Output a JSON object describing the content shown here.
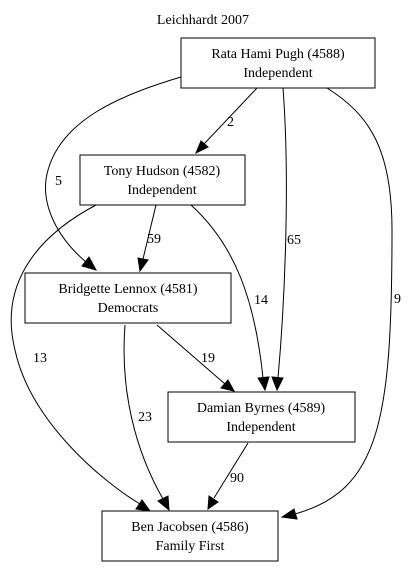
{
  "diagram": {
    "title": "Leichhardt 2007",
    "nodes": {
      "pugh": {
        "name": "Rata Hami Pugh (4588)",
        "party": "Independent"
      },
      "hudson": {
        "name": "Tony Hudson (4582)",
        "party": "Independent"
      },
      "lennox": {
        "name": "Bridgette Lennox (4581)",
        "party": "Democrats"
      },
      "byrnes": {
        "name": "Damian Byrnes (4589)",
        "party": "Independent"
      },
      "jacobsen": {
        "name": "Ben Jacobsen (4586)",
        "party": "Family First"
      }
    },
    "edges": {
      "pugh_hudson": {
        "from": "Rata Hami Pugh (4588)",
        "to": "Tony Hudson (4582)",
        "value": "2"
      },
      "pugh_lennox": {
        "from": "Rata Hami Pugh (4588)",
        "to": "Bridgette Lennox (4581)",
        "value": "5"
      },
      "pugh_byrnes": {
        "from": "Rata Hami Pugh (4588)",
        "to": "Damian Byrnes (4589)",
        "value": "65"
      },
      "pugh_jacobsen": {
        "from": "Rata Hami Pugh (4588)",
        "to": "Ben Jacobsen (4586)",
        "value": "9"
      },
      "hudson_lennox": {
        "from": "Tony Hudson (4582)",
        "to": "Bridgette Lennox (4581)",
        "value": "59"
      },
      "hudson_byrnes": {
        "from": "Tony Hudson (4582)",
        "to": "Damian Byrnes (4589)",
        "value": "14"
      },
      "hudson_jacobsen": {
        "from": "Tony Hudson (4582)",
        "to": "Ben Jacobsen (4586)",
        "value": "13"
      },
      "lennox_byrnes": {
        "from": "Bridgette Lennox (4581)",
        "to": "Damian Byrnes (4589)",
        "value": "19"
      },
      "lennox_jacobsen": {
        "from": "Bridgette Lennox (4581)",
        "to": "Ben Jacobsen (4586)",
        "value": "23"
      },
      "byrnes_jacobsen": {
        "from": "Damian Byrnes (4589)",
        "to": "Ben Jacobsen (4586)",
        "value": "90"
      }
    }
  }
}
